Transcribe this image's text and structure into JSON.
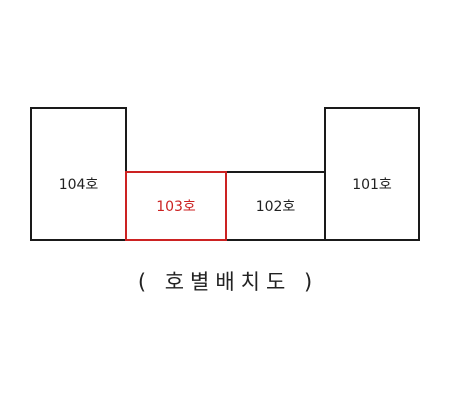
{
  "rooms": {
    "r104": {
      "label": "104호"
    },
    "r103": {
      "label": "103호"
    },
    "r102": {
      "label": "102호"
    },
    "r101": {
      "label": "101호"
    }
  },
  "highlighted_room": "103호",
  "colors": {
    "outline": "#1a1a1a",
    "highlight": "#cc2222",
    "text": "#222222"
  },
  "caption": "( 호별배치도 )"
}
